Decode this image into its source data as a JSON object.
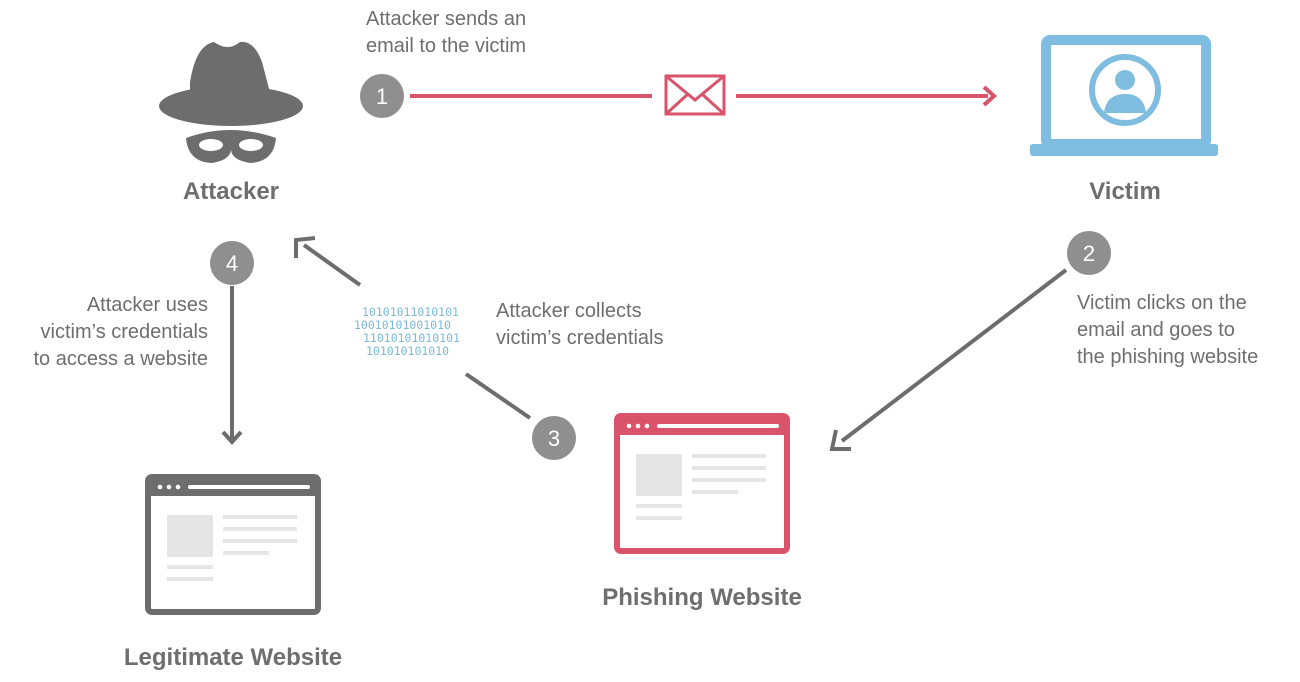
{
  "nodes": {
    "attacker": {
      "label": "Attacker"
    },
    "victim": {
      "label": "Victim"
    },
    "phishing": {
      "label": "Phishing Website"
    },
    "legitimate": {
      "label": "Legitimate Website"
    }
  },
  "steps": [
    {
      "number": "1",
      "lines": [
        "Attacker sends an",
        "email to the victim"
      ]
    },
    {
      "number": "2",
      "lines": [
        "Victim clicks on the",
        "email and goes to",
        "the phishing website"
      ]
    },
    {
      "number": "3",
      "lines": [
        "Attacker collects",
        "victim’s credentials"
      ]
    },
    {
      "number": "4",
      "lines": [
        "Attacker uses",
        "victim’s credentials",
        "to access a website"
      ]
    }
  ],
  "binary_lines": [
    "10101011010101",
    "10010101001010",
    "11010101010101",
    "101010101010"
  ],
  "colors": {
    "gray": "#6e6e6e",
    "icon_gray": "#6d6d6d",
    "step_circle": "#8f8f8f",
    "red": "#d9536b",
    "blue": "#7fbde0"
  },
  "icons": {
    "attacker": "spy-hat-mask-icon",
    "victim": "laptop-user-icon",
    "email": "envelope-icon",
    "phishing": "browser-window-icon",
    "legitimate": "browser-window-icon"
  }
}
